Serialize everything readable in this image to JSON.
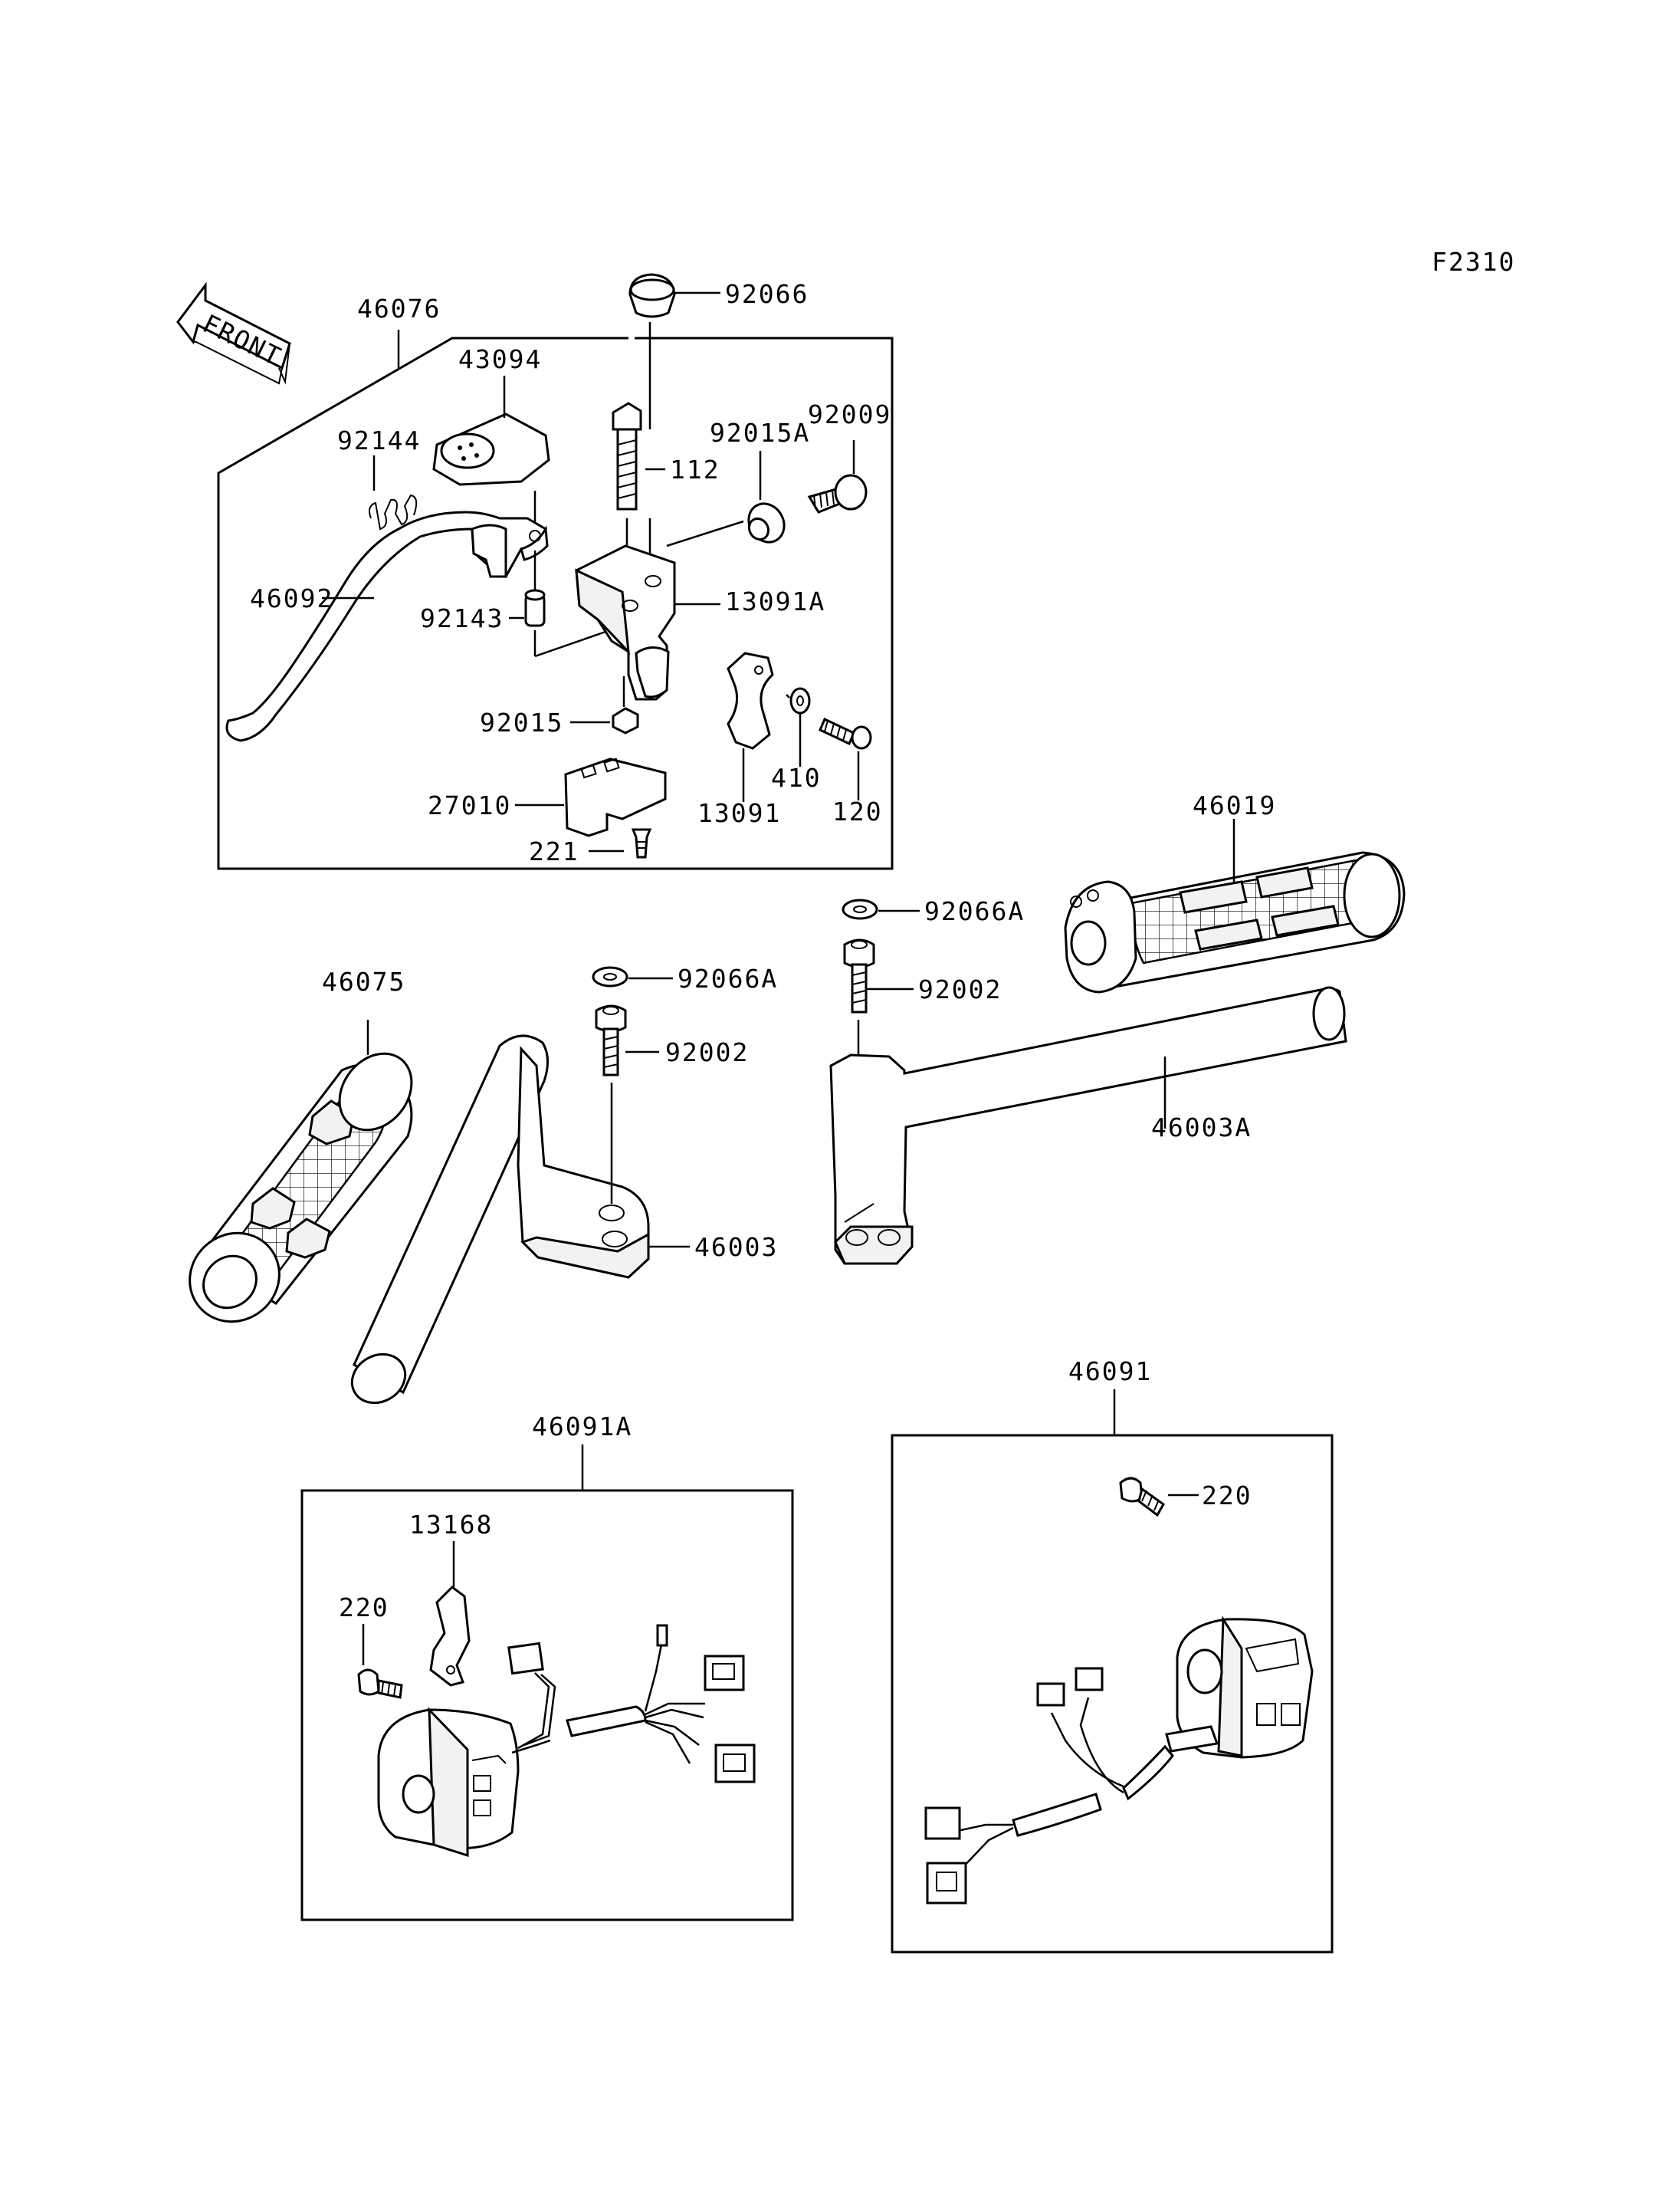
{
  "diagram_code": "F2310",
  "front_label": "FRONT",
  "labels": {
    "p92066": "92066",
    "p46076": "46076",
    "p43094": "43094",
    "p92144": "92144",
    "p112": "112",
    "p92015A": "92015A",
    "p92009": "92009",
    "p46092": "46092",
    "p92143": "92143",
    "p13091A": "13091A",
    "p92015": "92015",
    "p410": "410",
    "p13091": "13091",
    "p120": "120",
    "p27010": "27010",
    "p221": "221",
    "p46019": "46019",
    "p92066A_r": "92066A",
    "p92002_r": "92002",
    "p46075": "46075",
    "p92066A_l": "92066A",
    "p92002_l": "92002",
    "p46003A": "46003A",
    "p46003": "46003",
    "p46091": "46091",
    "p46091A": "46091A",
    "p220_r": "220",
    "p13168": "13168",
    "p220_l": "220"
  }
}
